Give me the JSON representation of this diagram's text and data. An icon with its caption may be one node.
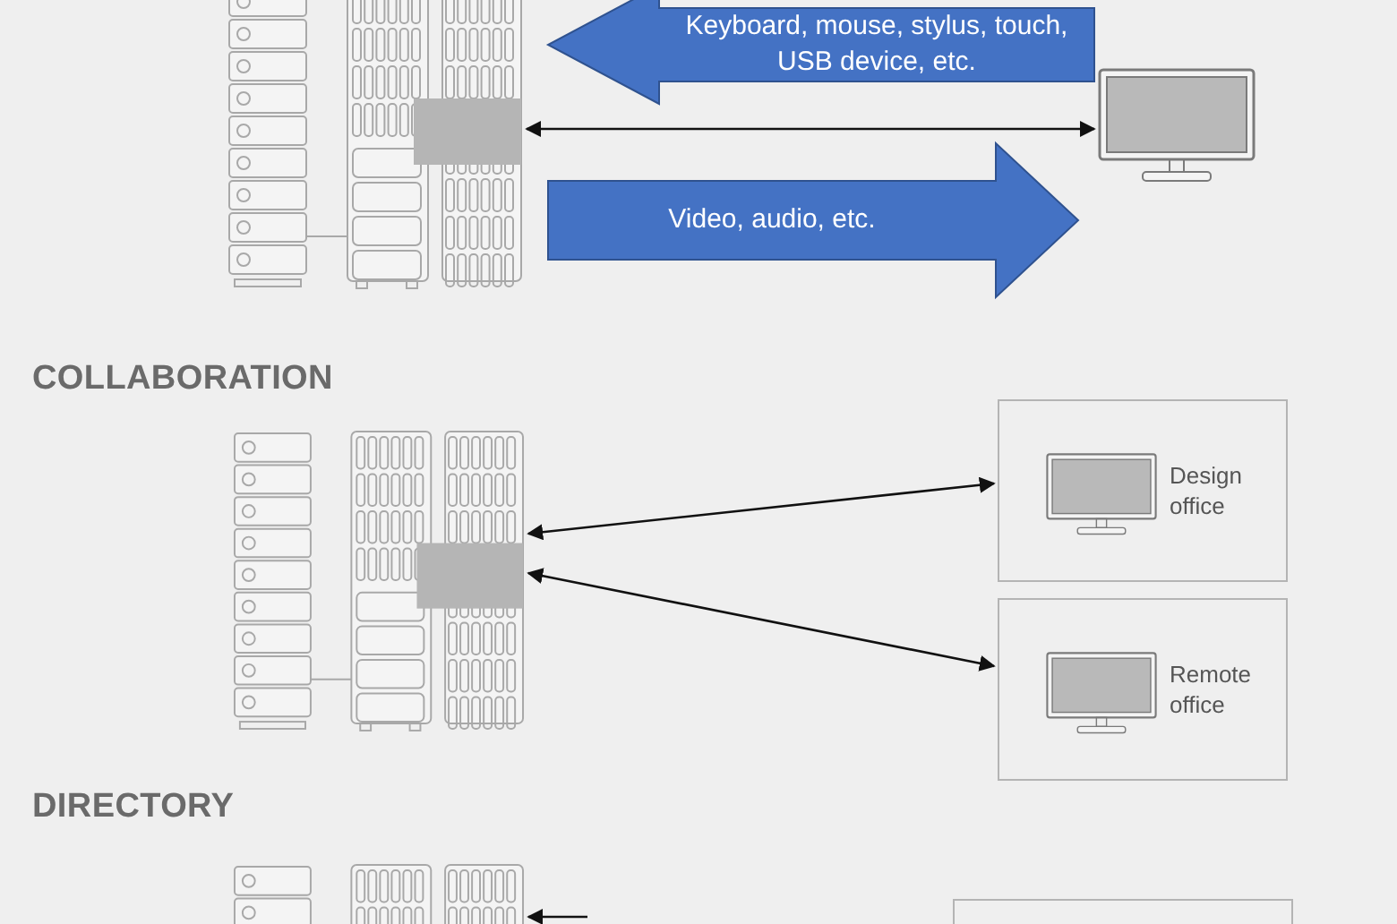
{
  "diagram": {
    "nodes": [
      {
        "text": [],
        "shape": "picture"
      },
      {
        "text": [],
        "shape": "picture"
      },
      {
        "text": [],
        "shape": "picture"
      },
      {
        "text": [
          "Design office"
        ]
      },
      {
        "text": [],
        "shape": "picture",
        "in": 3
      },
      {
        "text": [
          "Remote office"
        ]
      },
      {
        "text": [],
        "shape": "picture",
        "in": 5
      },
      {
        "text": [],
        "shape": "picture"
      },
      {
        "text": [],
        "shape": "box"
      }
    ],
    "edges": [
      {
        "from": 1,
        "to": 0,
        "arrow": "to",
        "label": "Keyboard, mouse, stylus, touch, USB device, etc.",
        "style": "thick",
        "color": "#4472c4"
      },
      {
        "from": 0,
        "to": 1,
        "arrow": "both"
      },
      {
        "from": 0,
        "to": 1,
        "arrow": "to",
        "label": "Video, audio, etc.",
        "style": "thick",
        "color": "#4472c4"
      },
      {
        "from": 2,
        "to": 3,
        "arrow": "both"
      },
      {
        "from": 2,
        "to": 5,
        "arrow": "both"
      },
      {
        "from": null,
        "to": 7,
        "arrow": "to"
      }
    ],
    "labels": [
      "COLLABORATION",
      "DIRECTORY"
    ]
  }
}
